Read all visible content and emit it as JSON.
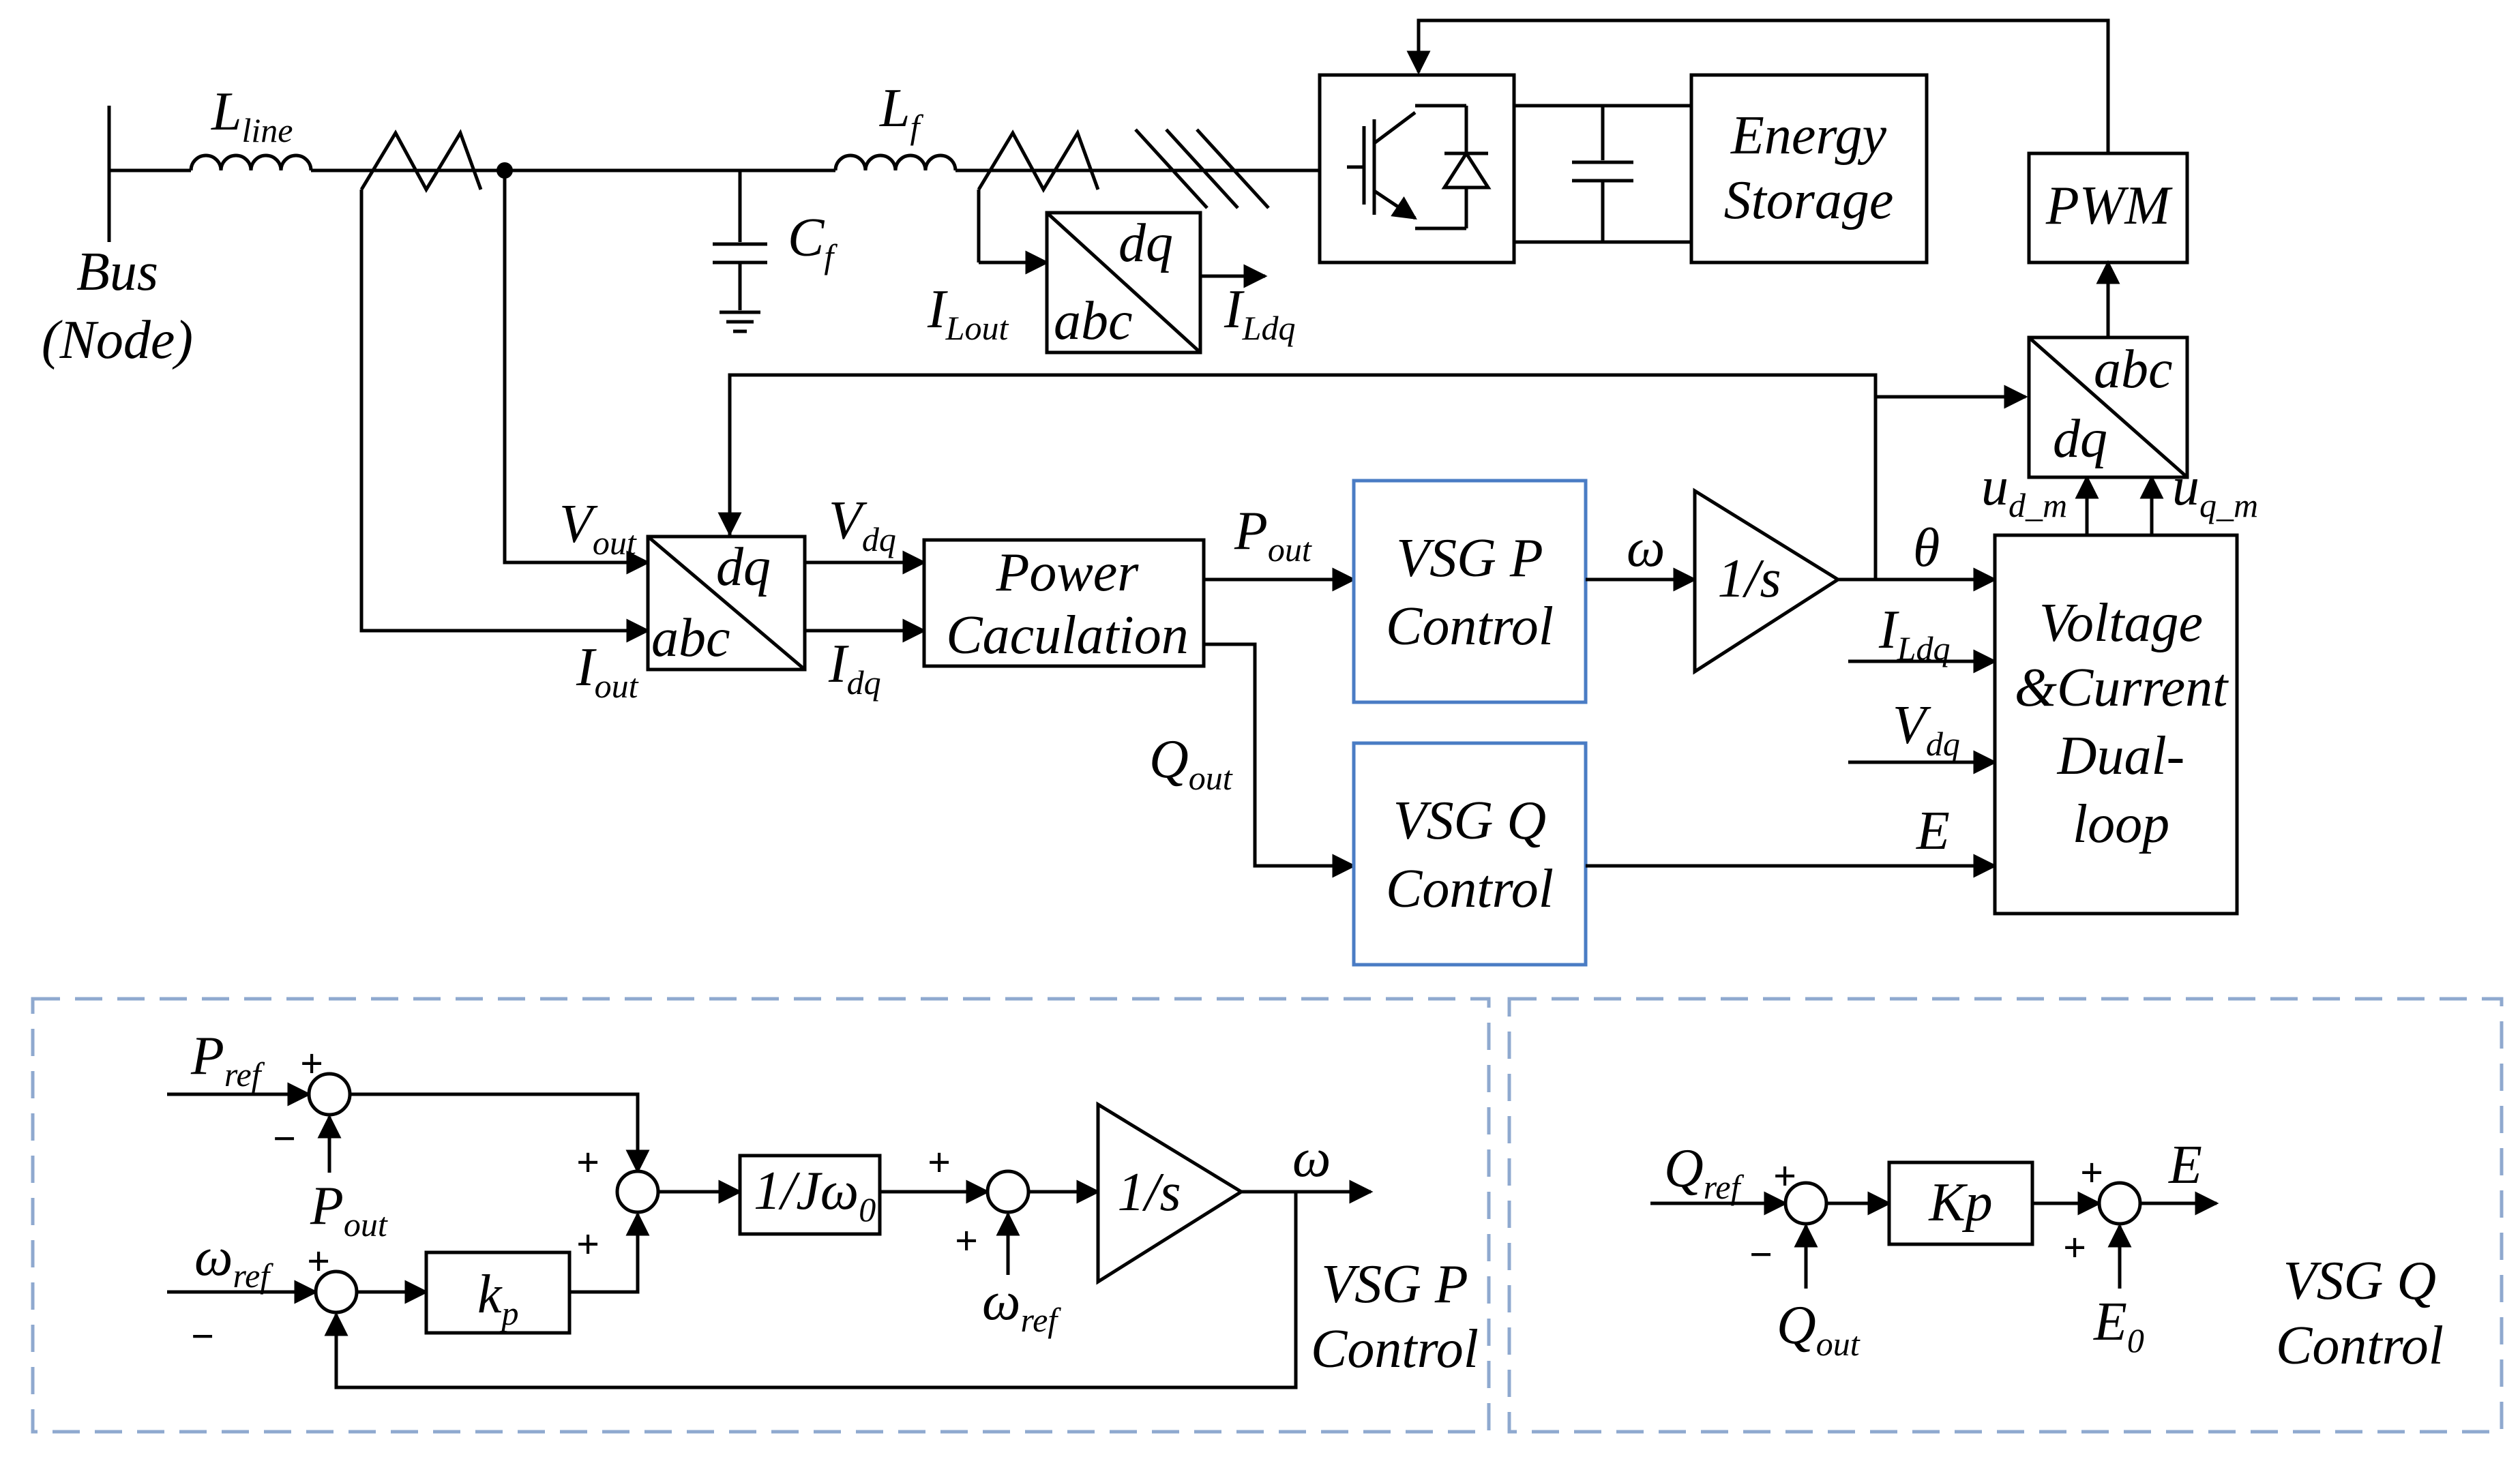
{
  "grid": {
    "bus": {
      "main": "Bus",
      "sub": "(Node)"
    },
    "line_inductor": {
      "main": "L",
      "sub": "line"
    },
    "filter_inductor": {
      "main": "L",
      "sub": "f"
    },
    "filter_cap": {
      "main": "C",
      "sub": "f"
    },
    "energy_storage": [
      "Energy",
      "Storage"
    ],
    "pwm": "PWM",
    "i_lout": {
      "main": "I",
      "sub": "Lout"
    },
    "i_ldq": {
      "main": "I",
      "sub": "Ldq"
    },
    "trans_small": {
      "top": "dq",
      "bottom": "abc"
    }
  },
  "control": {
    "v_out": {
      "main": "V",
      "sub": "out"
    },
    "i_out": {
      "main": "I",
      "sub": "out"
    },
    "abc_dq_block": {
      "top": "dq",
      "bottom": "abc"
    },
    "v_dq": {
      "main": "V",
      "sub": "dq"
    },
    "i_dq": {
      "main": "I",
      "sub": "dq"
    },
    "power_calc": [
      "Power",
      "Caculation"
    ],
    "p_out": {
      "main": "P",
      "sub": "out"
    },
    "q_out": {
      "main": "Q",
      "sub": "out"
    },
    "vsg_p_block": [
      "VSG P",
      "Control"
    ],
    "vsg_q_block": [
      "VSG Q",
      "Control"
    ],
    "omega": "ω",
    "integrator": "1/s",
    "theta": "θ",
    "i_ldq_in": {
      "main": "I",
      "sub": "Ldq"
    },
    "v_dq_in": {
      "main": "V",
      "sub": "dq"
    },
    "e_in": "E",
    "dual_loop": [
      "Voltage",
      "&Current",
      "Dual-",
      "loop"
    ],
    "dq_abc_block": {
      "top": "abc",
      "bottom": "dq"
    },
    "u_d_m": {
      "main": "u",
      "sub": "d_m"
    },
    "u_q_m": {
      "main": "u",
      "sub": "q_m"
    }
  },
  "vsg_p_detail": {
    "p_ref": {
      "main": "P",
      "sub": "ref"
    },
    "p_out": {
      "main": "P",
      "sub": "out"
    },
    "omega_ref_1": {
      "main": "ω",
      "sub": "ref"
    },
    "omega_ref_2": {
      "main": "ω",
      "sub": "ref"
    },
    "kp": {
      "main": "k",
      "sub": "p"
    },
    "inertia": {
      "main": "1/Jω",
      "sub": "0"
    },
    "integrator": "1/s",
    "omega_out": "ω",
    "plus": "+",
    "minus": "−",
    "caption": [
      "VSG P",
      "Control"
    ]
  },
  "vsg_q_detail": {
    "q_ref": {
      "main": "Q",
      "sub": "ref"
    },
    "q_out": {
      "main": "Q",
      "sub": "out"
    },
    "kp": "Kp",
    "e0": {
      "main": "E",
      "sub": "0"
    },
    "e_out": "E",
    "plus": "+",
    "minus": "−",
    "caption": [
      "VSG Q",
      "Control"
    ]
  }
}
